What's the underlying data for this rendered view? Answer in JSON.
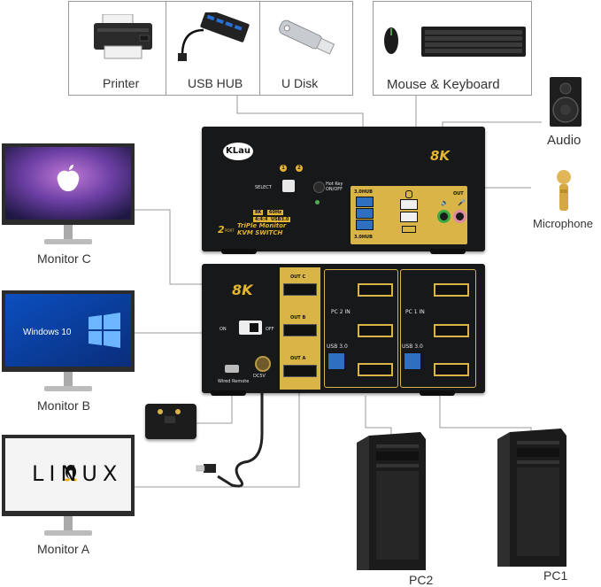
{
  "devices": {
    "printer": "Printer",
    "usb_hub": "USB HUB",
    "u_disk": "U Disk",
    "mouse_keyboard": "Mouse & Keyboard",
    "audio": "Audio",
    "microphone": "Microphone",
    "monitor_c": "Monitor C",
    "monitor_b": "Monitor B",
    "monitor_a": "Monitor A",
    "pc2": "PC2",
    "pc1": "PC1"
  },
  "screens": {
    "monitor_b_os": "Windows 10",
    "monitor_a_os": "LINUX"
  },
  "front_panel": {
    "brand": "KLau",
    "badge_8k": "8K",
    "select_label": "SELECT",
    "port_1": "1",
    "port_2": "2",
    "hotkey_label": "Hot Key ON/OFF",
    "spec_8k": "8K",
    "spec_60hz": "60Hz",
    "spec_444": "4:4:4",
    "spec_usb": "USB3.0",
    "ports_count": "2",
    "ports_word": "PORT",
    "model_line1": "TriPle Monitor",
    "model_line2": "KVM SWITCH",
    "usb_label_top": "3.0HUB",
    "usb_label_bottom": "3.0HUB",
    "out_label": "OUT"
  },
  "back_panel": {
    "badge_8k": "8K",
    "out_c": "OUT C",
    "out_b": "OUT B",
    "out_a": "OUT A",
    "on": "ON",
    "off": "OFF",
    "wired_remote": "Wired Remote",
    "dc5v": "DC5V",
    "pc2_in": "PC 2 IN",
    "pc1_in": "PC 1 IN",
    "usb30_left": "USB 3.0",
    "usb30_right": "USB 3.0",
    "port_c": "C",
    "port_b": "B",
    "port_a": "A"
  },
  "colors": {
    "unit_body": "#17181a",
    "accent_gold": "#d9b548",
    "line_gray": "#9a9a9a",
    "usb_blue": "#2f6fc0"
  }
}
